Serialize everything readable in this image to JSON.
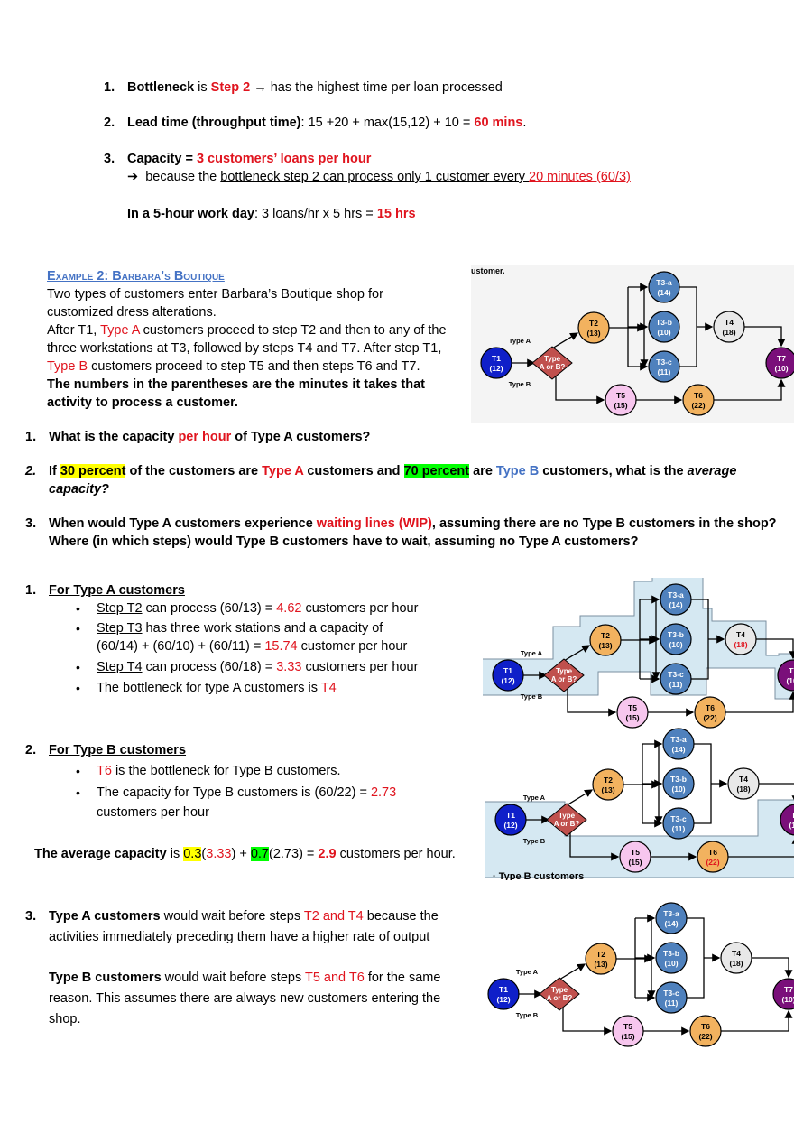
{
  "intro": {
    "item1": {
      "num": "1.",
      "bold": "Bottleneck",
      "is": " is ",
      "step": "Step 2",
      "rest": " → has the highest time per loan processed"
    },
    "item2": {
      "num": "2.",
      "bold": "Lead time (throughput time)",
      "rest": ": 15 +20 + max(15,12) + 10 = ",
      "value": "60 mins",
      "end": "."
    },
    "item3": {
      "num": "3.",
      "bold": "Capacity = ",
      "value": "3 customers’ loans per hour",
      "arrow": "➔",
      "because": "because the ",
      "underline_a": "bottleneck step 2 can process only 1 customer every ",
      "underline_red": "20 minutes (60/3)"
    },
    "workday": {
      "bold": "In a 5-hour work day",
      "rest": ": 3 loans/hr x 5 hrs = ",
      "value": "15 hrs"
    }
  },
  "example": {
    "title": "Example 2: Barbara’s Boutique",
    "p1": "Two types of customers enter Barbara’s Boutique shop for",
    "p2": "customized dress alterations.",
    "p3a": "After T1, ",
    "p3b": "Type A",
    "p3c": " customers proceed to step T2 and then to any of the",
    "p4": "three workstations at T3, followed by steps T4 and T7. After step T1,",
    "p5a": "Type B",
    "p5b": " customers proceed to step T5 and then steps T6 and T7.",
    "p6": "The numbers in the parentheses are the minutes it takes that",
    "p7": "activity to process a customer."
  },
  "diagram_label_customer": "ustomer.",
  "diagram_label_typeB": "· Type B customers",
  "nodes": {
    "t1": "T1",
    "t1v": "(12)",
    "type1": "Type",
    "type2": "A or B?",
    "t2": "T2",
    "t2v": "(13)",
    "t3a": "T3-a",
    "t3av": "(14)",
    "t3b": "T3-b",
    "t3bv": "(10)",
    "t3c": "T3-c",
    "t3cv": "(11)",
    "t4": "T4",
    "t4v": "(18)",
    "t5": "T5",
    "t5v": "(15)",
    "t6": "T6",
    "t6v": "(22)",
    "t7": "T7",
    "t7v": "(10)",
    "typeA": "Type A",
    "typeB": "Type B"
  },
  "questions": {
    "q1": {
      "num": "1.",
      "a": "What is the capacity ",
      "red": "per hour",
      "b": " of Type A customers?"
    },
    "q2": {
      "num": "2.",
      "a": "If ",
      "h1": "30 percent",
      "b": " of the customers are ",
      "ta": "Type A",
      "c": " customers and ",
      "h2": "70 percent",
      "d": " are ",
      "tb": "Type B",
      "e": " customers, what is the ",
      "f": "average",
      "g": "capacity?"
    },
    "q3": {
      "num": "3.",
      "a": "When would Type A customers experience ",
      "red": "waiting lines (WIP)",
      "b": ", assuming there are no Type B customers in the shop?",
      "line2": "Where (in which steps) would Type B customers have to wait, assuming no Type A customers?"
    }
  },
  "answers": {
    "a1": {
      "num": "1.",
      "head": "For Type A customers",
      "b1a": "Step T2",
      "b1b": " can process (60/13) = ",
      "b1c": "4.62",
      "b1d": " customers per hour",
      "b2a": "Step T3",
      "b2b": " has three work stations and a capacity of",
      "b2c": "(60/14) + (60/10) + (60/11) = ",
      "b2d": "15.74",
      "b2e": " customer per hour",
      "b3a": "Step T4",
      "b3b": " can process (60/18) = ",
      "b3c": "3.33",
      "b3d": " customers per hour",
      "b4a": "The bottleneck for type A customers is ",
      "b4b": "T4"
    },
    "a2": {
      "num": "2.",
      "head": "For Type B customers",
      "b1a": "T6",
      "b1b": " is the bottleneck for Type B customers.",
      "b2a": "The capacity for Type B customers is (60/22) = ",
      "b2b": "2.73",
      "b2c": "customers per hour"
    },
    "avg": {
      "a": "The average capacity",
      "b": " is ",
      "h1": "0.3",
      "c": "(",
      "v1": "3.33",
      "d": ") + ",
      "h2": "0.7",
      "e": "(2.73) = ",
      "v2": "2.9",
      "f": " customers per hour."
    },
    "a3": {
      "num": "3.",
      "b1": "Type A customers",
      "t1": " would wait before steps ",
      "r1": "T2 and T4",
      "t2": " because the",
      "l2": "activities immediately preceding them have a higher rate of output",
      "b2": "Type B customers",
      "t3": " would wait before steps ",
      "r2": "T5 and T6",
      "t4": " for the same",
      "l4": "reason. This assumes there are always new customers entering the",
      "l5": "shop."
    }
  },
  "colors": {
    "red": "#e0141e",
    "blue": "#4472c4",
    "t1": "#0f1fc9",
    "diamond": "#c0504d",
    "orange": "#f2b25f",
    "t3": "#4f81bd",
    "grey": "#e8e8e8",
    "pink": "#f7c6ee",
    "t7": "#7a0f7a",
    "shade": "#d5e8f2"
  }
}
